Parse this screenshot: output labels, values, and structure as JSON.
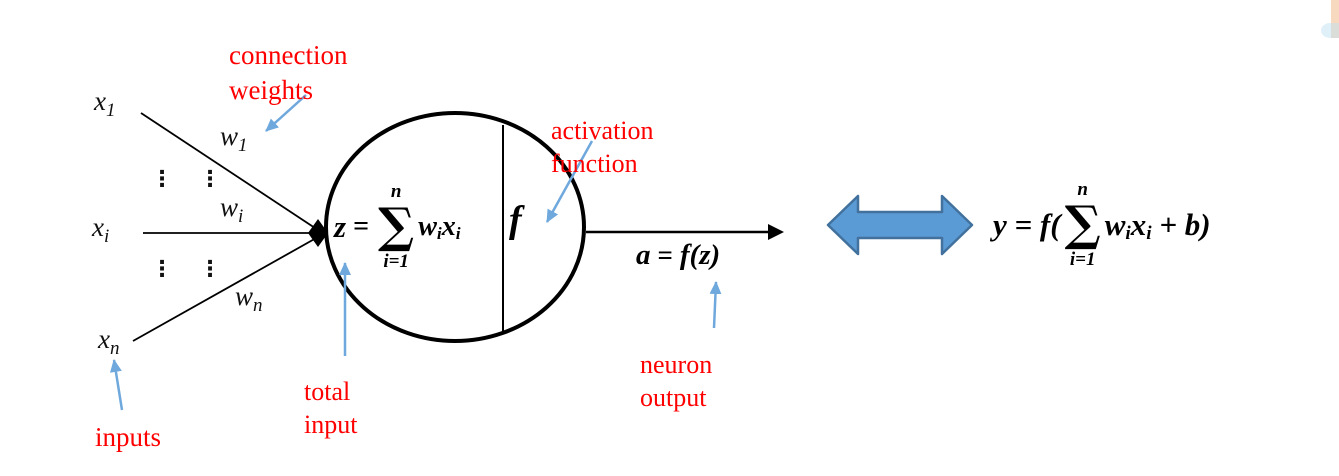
{
  "colors": {
    "label_red": "#ff0000",
    "callout_arrow_blue": "#6fa8dc",
    "big_arrow_fill": "#5b9bd5",
    "big_arrow_border": "#41719c",
    "line_black": "#000000"
  },
  "inputs": {
    "x1": {
      "base": "x",
      "sub": "1"
    },
    "xi": {
      "base": "x",
      "sub": "i"
    },
    "xn": {
      "base": "x",
      "sub": "n"
    },
    "dots": "⋮"
  },
  "weights": {
    "w1": {
      "base": "w",
      "sub": "1"
    },
    "wi": {
      "base": "w",
      "sub": "i"
    },
    "wn": {
      "base": "w",
      "sub": "n"
    }
  },
  "labels": {
    "connection_weights": {
      "line1": "connection",
      "line2": "weights"
    },
    "activation_function": {
      "line1": "activation",
      "line2": "function"
    },
    "total_input": {
      "line1": "total",
      "line2": "input"
    },
    "neuron_output": {
      "line1": "neuron",
      "line2": "output"
    },
    "inputs_label": "inputs"
  },
  "neuron": {
    "total_input_formula": {
      "lhs": "z",
      "eq": "=",
      "sum_top": "n",
      "sum_symbol": "∑",
      "sum_bottom": "i=1",
      "term_w": "w",
      "term_w_sub": "i",
      "term_x": "x",
      "term_x_sub": "i"
    },
    "activation_symbol": "f"
  },
  "output_formula": {
    "lhs": "a",
    "eq": "=",
    "rhs": "f(z)"
  },
  "equation": {
    "pre": "y = f(",
    "sum_top": "n",
    "sum_symbol": "∑",
    "sum_bottom": "i=1",
    "term_w": "w",
    "term_w_sub": "i",
    "term_x": "x",
    "term_x_sub": "i",
    "post": " + b)"
  }
}
